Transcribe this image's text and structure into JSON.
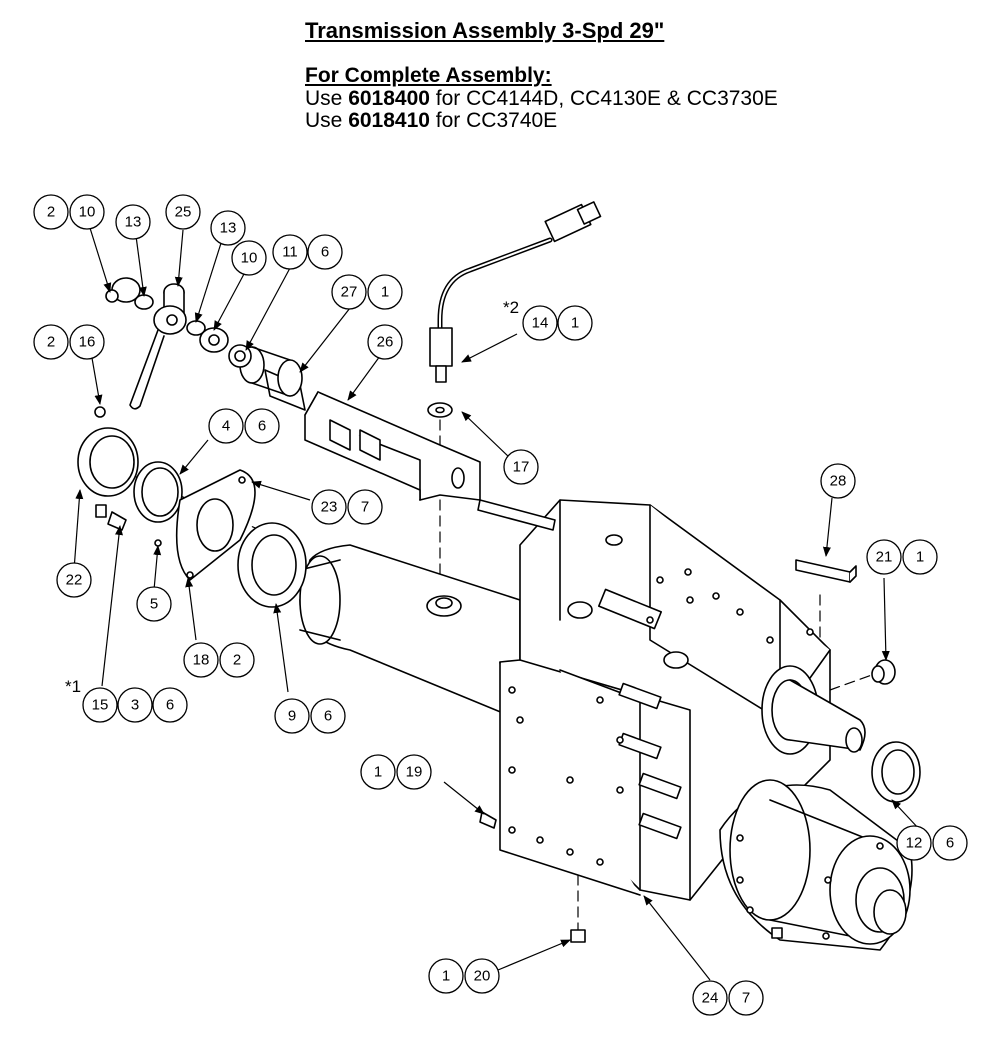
{
  "header": {
    "title": "Transmission Assembly 3-Spd 29\"",
    "subtitle": "For Complete Assembly:",
    "lines": [
      {
        "prefix": "Use ",
        "part": "6018400",
        "suffix": " for CC4144D, CC4130E & CC3730E"
      },
      {
        "prefix": "Use ",
        "part": "6018410",
        "suffix": " for CC3740E"
      }
    ]
  },
  "callouts": [
    {
      "id": "c-2-10",
      "num": "2",
      "qty": "10"
    },
    {
      "id": "c-13a",
      "num": "13",
      "qty": ""
    },
    {
      "id": "c-25",
      "num": "25",
      "qty": ""
    },
    {
      "id": "c-13b",
      "num": "13",
      "qty": ""
    },
    {
      "id": "c-10",
      "num": "10",
      "qty": ""
    },
    {
      "id": "c-11-6",
      "num": "11",
      "qty": "6"
    },
    {
      "id": "c-27-1",
      "num": "27",
      "qty": "1"
    },
    {
      "id": "c-14-1",
      "num": "14",
      "qty": "1"
    },
    {
      "id": "c-2-16",
      "num": "2",
      "qty": "16"
    },
    {
      "id": "c-26",
      "num": "26",
      "qty": ""
    },
    {
      "id": "c-4-6",
      "num": "4",
      "qty": "6"
    },
    {
      "id": "c-17",
      "num": "17",
      "qty": ""
    },
    {
      "id": "c-28",
      "num": "28",
      "qty": ""
    },
    {
      "id": "c-23-7",
      "num": "23",
      "qty": "7"
    },
    {
      "id": "c-21-1",
      "num": "21",
      "qty": "1"
    },
    {
      "id": "c-22",
      "num": "22",
      "qty": ""
    },
    {
      "id": "c-5",
      "num": "5",
      "qty": ""
    },
    {
      "id": "c-18-2",
      "num": "18",
      "qty": "2"
    },
    {
      "id": "c-15-3-6",
      "num": "15",
      "qty": "3",
      "qty2": "6"
    },
    {
      "id": "c-9-6",
      "num": "9",
      "qty": "6"
    },
    {
      "id": "c-1-19",
      "num": "1",
      "qty": "19"
    },
    {
      "id": "c-12-6",
      "num": "12",
      "qty": "6"
    },
    {
      "id": "c-1-20",
      "num": "1",
      "qty": "20"
    },
    {
      "id": "c-24-7",
      "num": "24",
      "qty": "7"
    }
  ],
  "notes": {
    "note1": "*1",
    "note2": "*2"
  }
}
